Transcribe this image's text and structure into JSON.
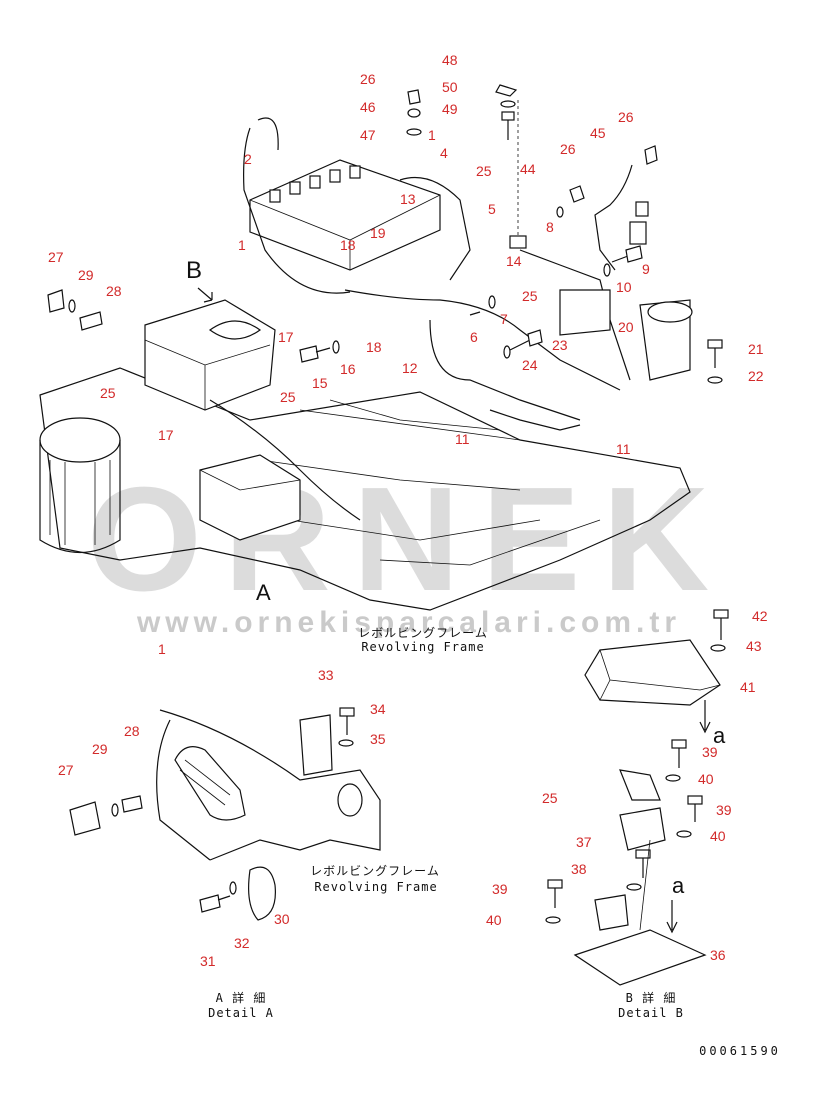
{
  "watermark": {
    "brand": "ORNEK",
    "url": "www.ornekisparcalari.com.tr",
    "color": "#c8c8c8"
  },
  "callout_color": "#d22a2a",
  "captions": {
    "revolving_frame_main_jp": "レボルビングフレーム",
    "revolving_frame_main_en": "Revolving Frame",
    "revolving_frame_a_jp": "レボルビングフレーム",
    "revolving_frame_a_en": "Revolving Frame",
    "detail_a_jp": "A 詳 細",
    "detail_a_en": "Detail A",
    "detail_b_jp": "B 詳 細",
    "detail_b_en": "Detail B",
    "view_a": "A",
    "view_b": "B",
    "arrow_a_1": "a",
    "arrow_a_2": "a",
    "drawing_no": "00061590"
  },
  "callouts": [
    "48",
    "50",
    "49",
    "26",
    "46",
    "47",
    "1",
    "4",
    "25",
    "13",
    "5",
    "44",
    "45",
    "26",
    "26",
    "8",
    "9",
    "10",
    "2",
    "1",
    "18",
    "19",
    "14",
    "25",
    "27",
    "29",
    "28",
    "17",
    "7",
    "6",
    "20",
    "21",
    "22",
    "23",
    "24",
    "18",
    "12",
    "15",
    "16",
    "25",
    "25",
    "17",
    "11",
    "11",
    "1",
    "33",
    "34",
    "35",
    "28",
    "29",
    "27",
    "30",
    "32",
    "31",
    "42",
    "43",
    "41",
    "39",
    "40",
    "39",
    "40",
    "25",
    "37",
    "38",
    "39",
    "40",
    "36"
  ]
}
